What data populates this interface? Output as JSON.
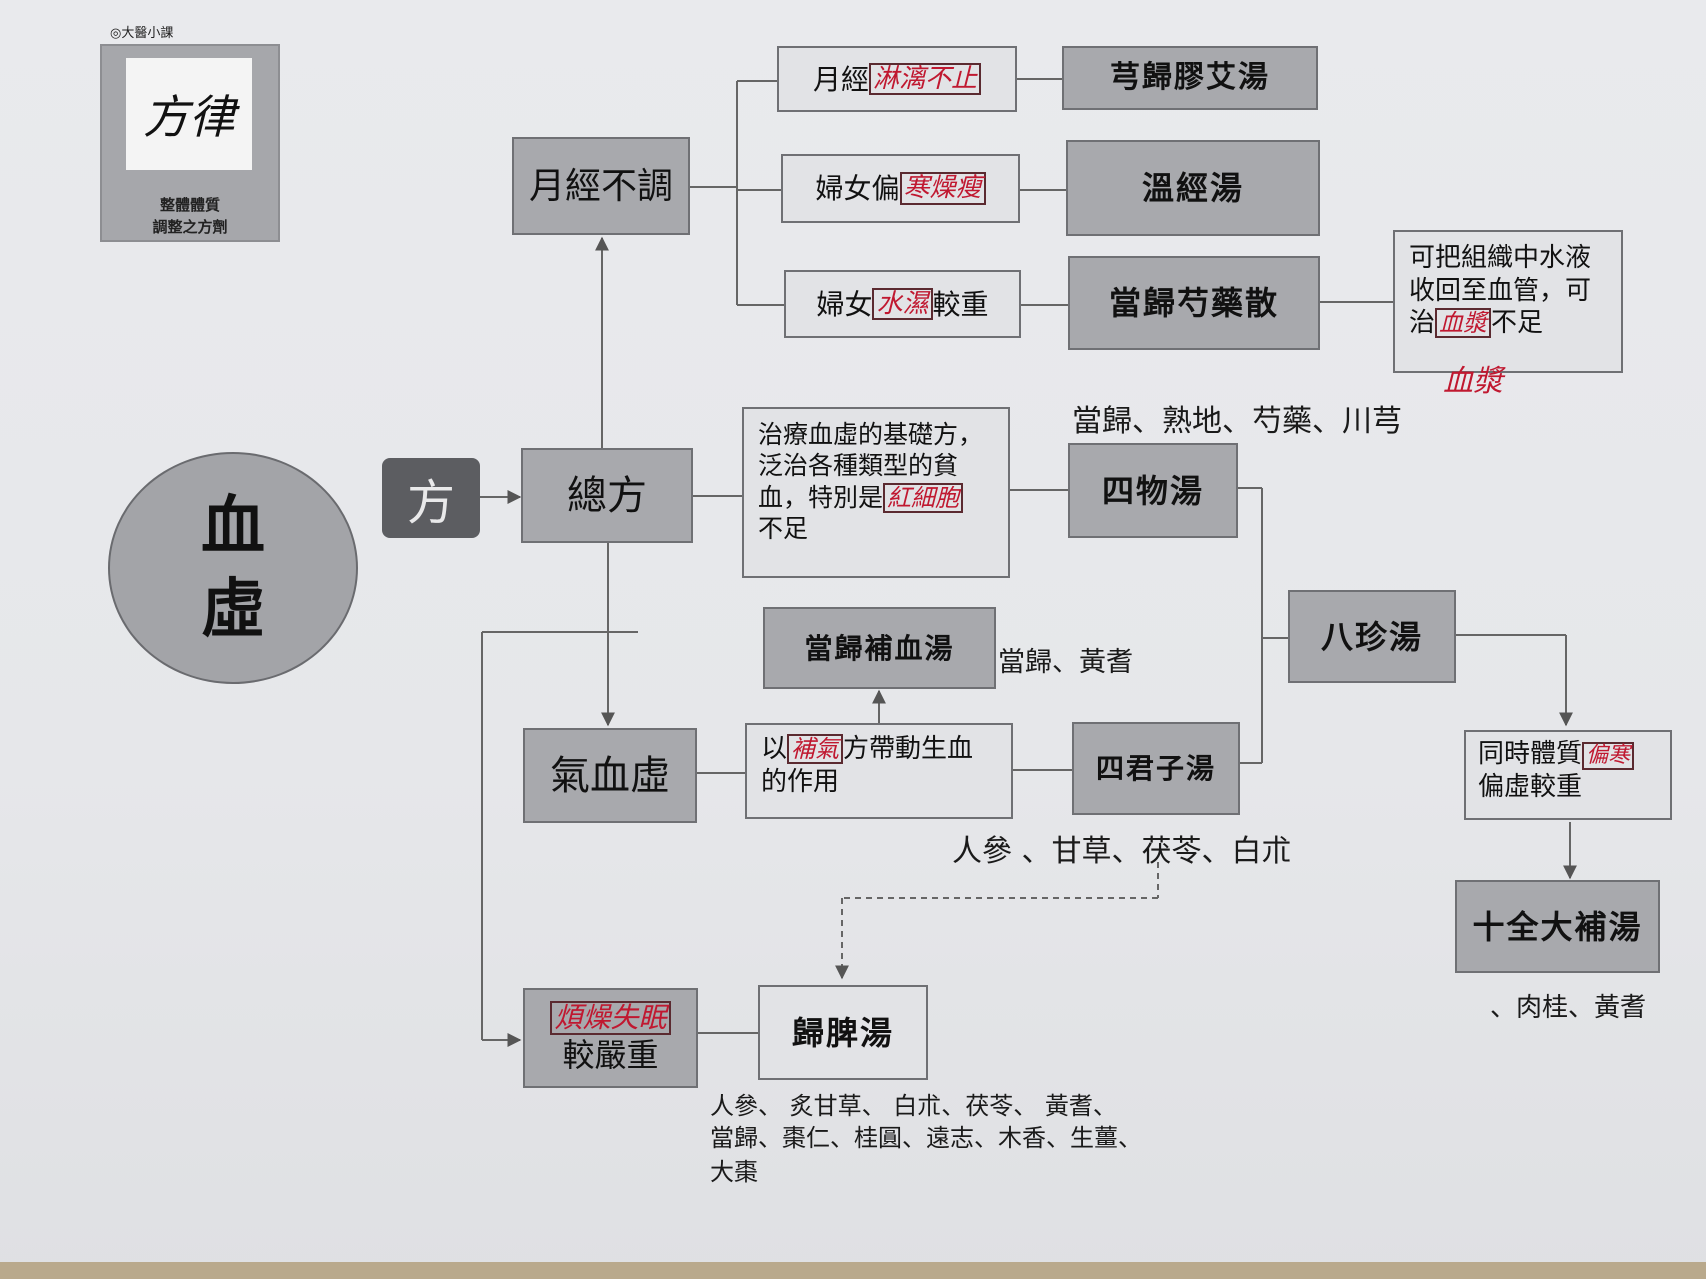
{
  "logo": {
    "top_label": "◎大醫小課",
    "calligraphy": "方律",
    "caption_line1": "整體體質",
    "caption_line2": "調整之方劑"
  },
  "root": {
    "line1": "血",
    "line2": "虛"
  },
  "fang_label": "方",
  "nodes": {
    "zongfang": "總方",
    "yuejing": "月經不調",
    "qixuexu": "氣血虛",
    "fannao": {
      "hand": "煩燥失眠",
      "text": "較嚴重"
    }
  },
  "conditions": {
    "c1": {
      "pre": "月經",
      "hand": "淋漓不止",
      "post": ""
    },
    "c2": {
      "pre": "婦女偏",
      "hand": "寒燥瘦",
      "post": ""
    },
    "c3": {
      "pre": "婦女",
      "hand": "水濕",
      "post": "較重"
    }
  },
  "formulas": {
    "xiongguijiaoai": "芎歸膠艾湯",
    "wenjing": "溫經湯",
    "danggui_shaoyao": "當歸芍藥散",
    "siwu": "四物湯",
    "danggui_buxue": "當歸補血湯",
    "sijunzi": "四君子湯",
    "bazhen": "八珍湯",
    "guipi": "歸脾湯",
    "shiquan": "十全大補湯"
  },
  "notes": {
    "shuiye": {
      "l1": "可把組織中水液",
      "l2": "收回至血管，可",
      "l3_pre": "治",
      "l3_hand": "血漿",
      "l3_post": "不足",
      "hand_below": "血漿"
    },
    "siwu_desc": {
      "l1": "治療血虛的基礎方，",
      "l2": "泛治各種類型的貧",
      "l3_pre": "血，特別是",
      "l3_hand": "紅細胞",
      "l4": "不足"
    },
    "buqi": {
      "pre": "以",
      "hand": "補氣",
      "post": "方帶動生血",
      "l2": "的作用"
    },
    "tongshi": {
      "l1_pre": "同時體質",
      "l1_hand": "偏寒",
      "l2": "偏虛較重"
    }
  },
  "herbs": {
    "siwu": "當歸、熟地、芍藥、川芎",
    "buxue": "當歸、黃耆",
    "sijunzi": "人參 、甘草、茯苓、白朮",
    "guipi_l1": "人參、 炙甘草、 白朮、茯苓、 黃耆、",
    "guipi_l2": "當歸、棗仁、桂圓、遠志、木香、生薑、",
    "guipi_l3": "大棗",
    "shiquan": "、肉桂、黃耆"
  },
  "colors": {
    "handwriting": "#c01830",
    "box_dark": "#a8a9ad",
    "box_light": "#e2e3e6"
  }
}
